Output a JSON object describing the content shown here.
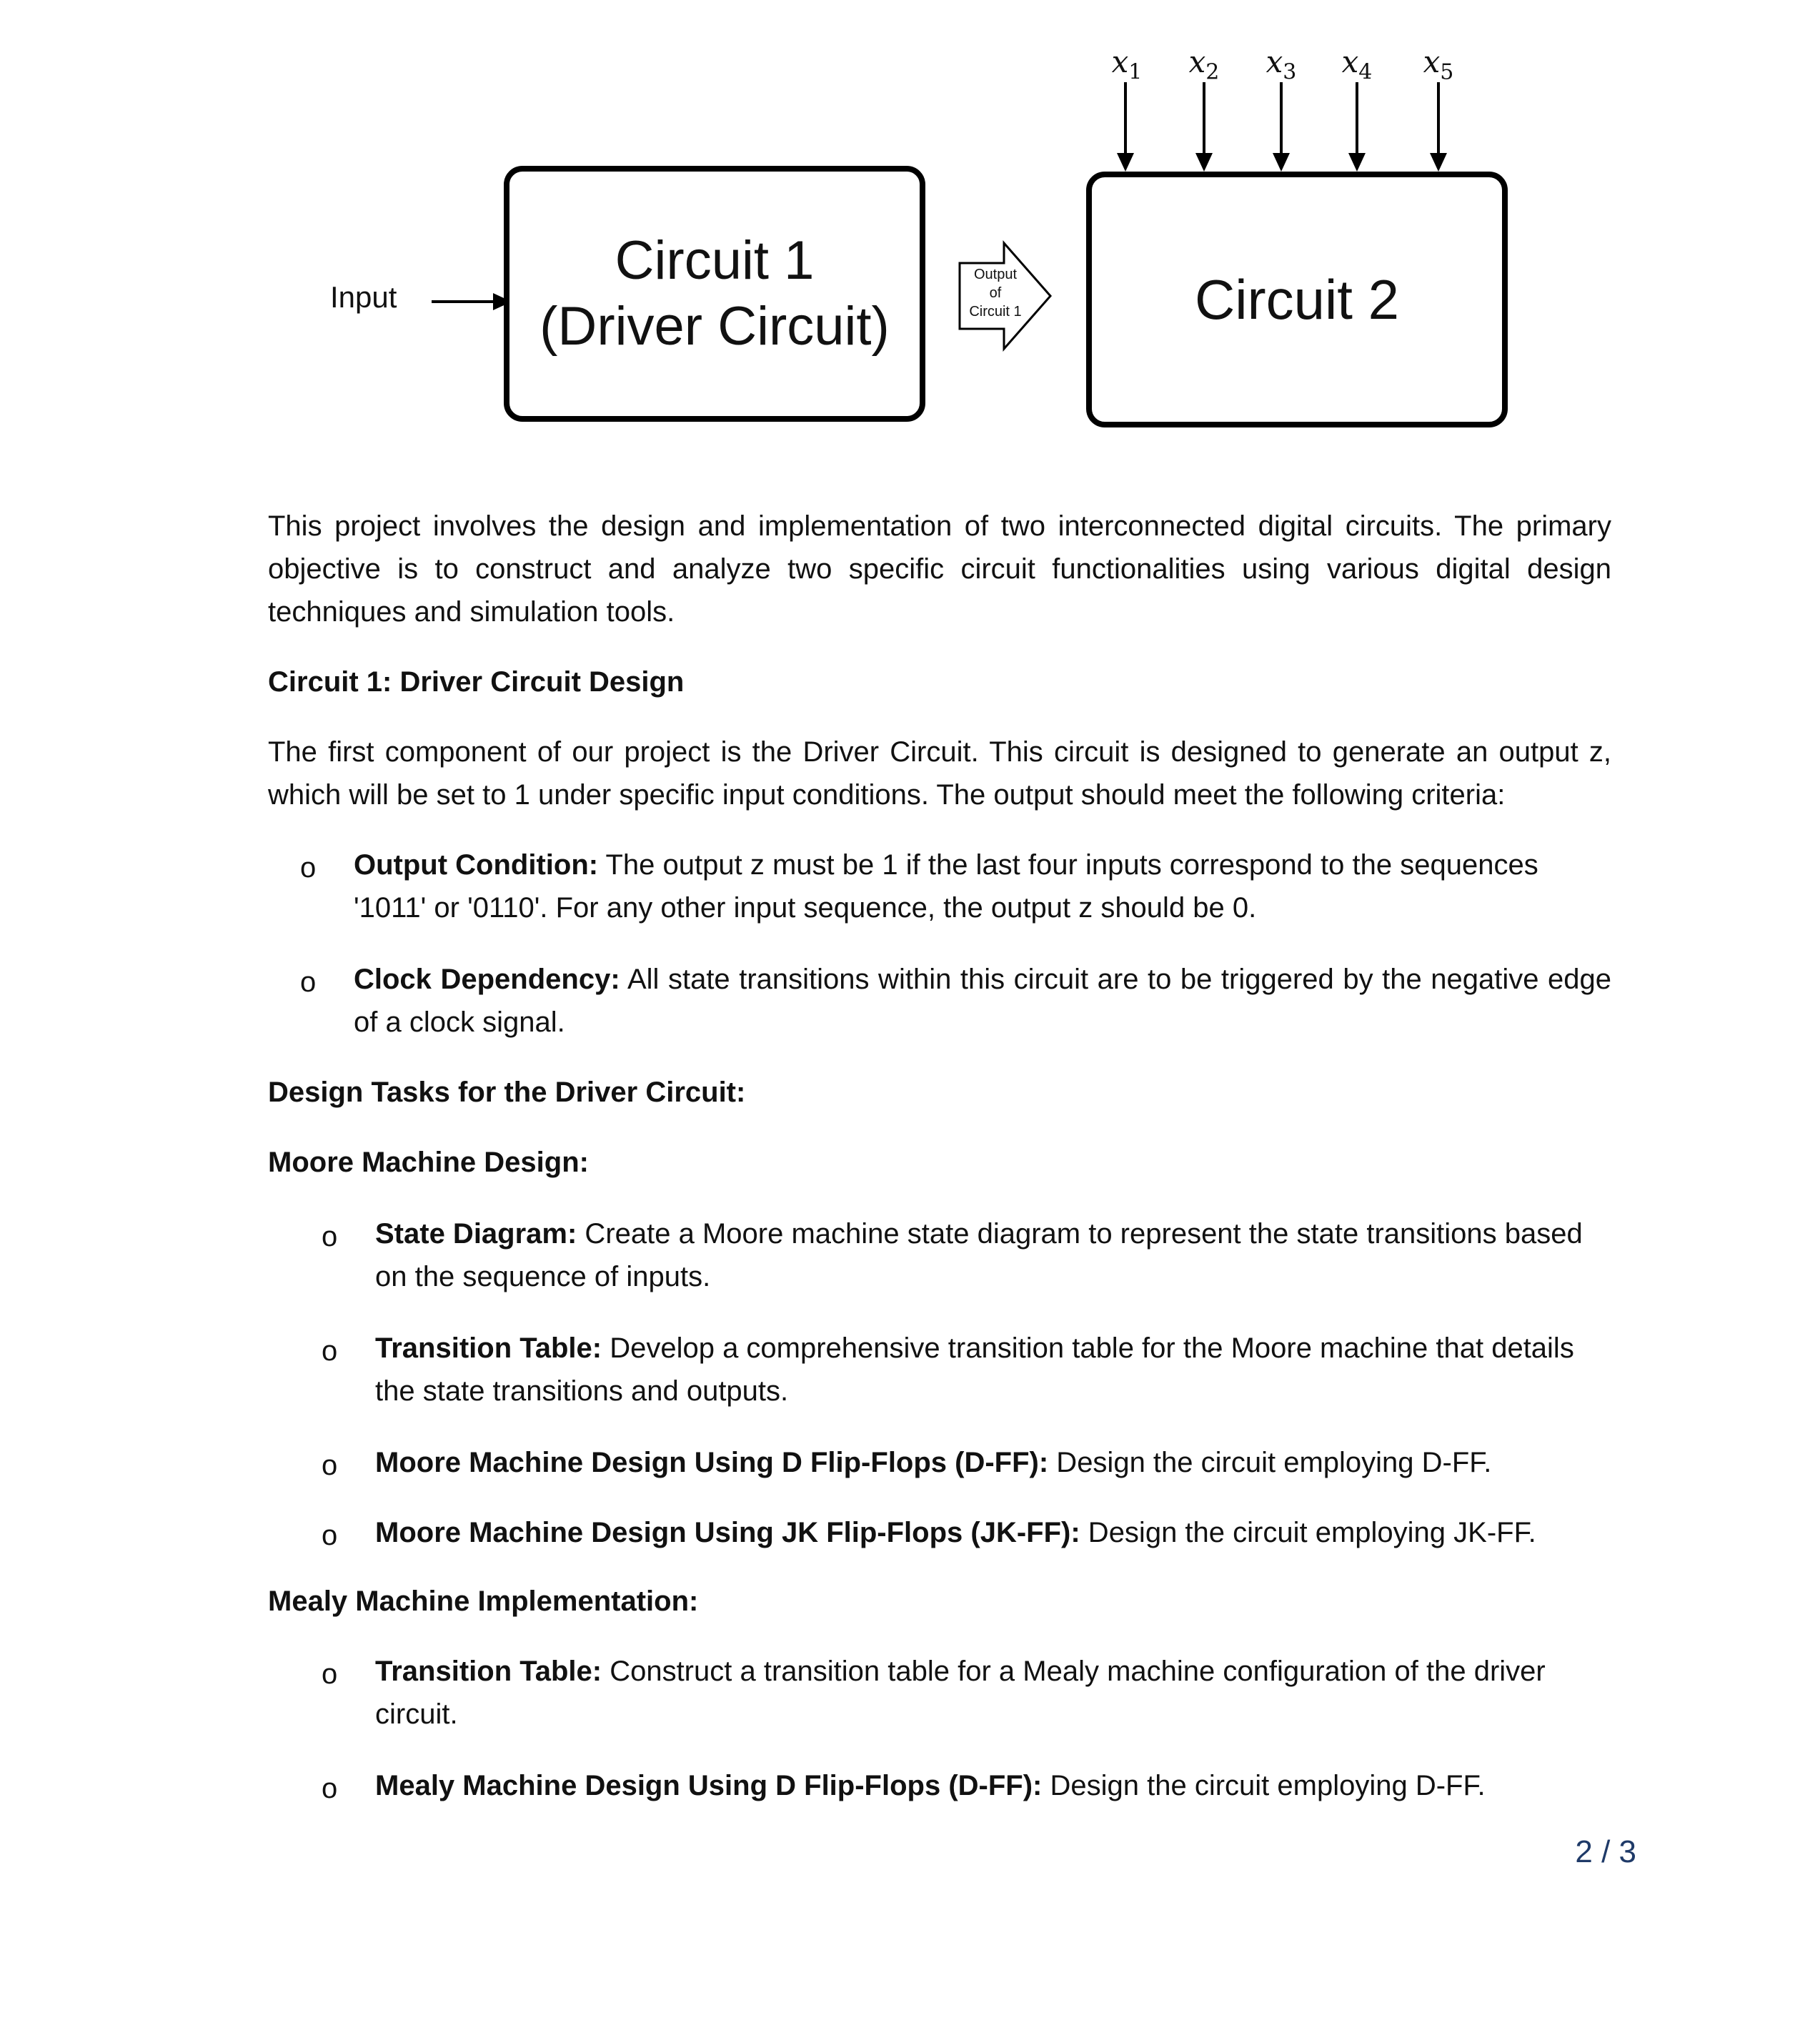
{
  "diagram": {
    "input_label": "Input",
    "circuit1": {
      "line1": "Circuit 1",
      "line2": "(Driver Circuit)"
    },
    "arrow_label": {
      "line1": "Output",
      "line2": "of",
      "line3": "Circuit 1"
    },
    "circuit2": {
      "label": "Circuit 2"
    },
    "inputs": [
      {
        "var": "x",
        "sub": "1"
      },
      {
        "var": "x",
        "sub": "2"
      },
      {
        "var": "x",
        "sub": "3"
      },
      {
        "var": "x",
        "sub": "4"
      },
      {
        "var": "x",
        "sub": "5"
      }
    ]
  },
  "intro": "This project involves the design and implementation of two interconnected digital circuits. The primary objective is to construct and analyze two specific circuit functionalities using various digital design techniques and simulation tools.",
  "section1": {
    "heading": "Circuit 1: Driver Circuit Design",
    "paragraph": "The first component of our project is the Driver Circuit. This circuit is designed to generate an output z, which will be set to 1 under specific input conditions. The output should meet the following criteria:",
    "bullets": [
      {
        "marker": "o",
        "title": "Output Condition:",
        "text": " The output z must be 1 if the last four inputs correspond to the sequences '1011' or '0110'. For any other input sequence, the output z should be 0."
      },
      {
        "marker": "o",
        "title": "Clock Dependency:",
        "text": " All state transitions within this circuit are to be triggered by the negative edge of a clock signal."
      }
    ]
  },
  "design_tasks_heading": "Design Tasks for the Driver Circuit:",
  "moore": {
    "heading": "Moore Machine Design:",
    "bullets": [
      {
        "marker": "o",
        "title": "State Diagram:",
        "text": " Create a Moore machine state diagram to represent the state transitions based on the sequence of inputs."
      },
      {
        "marker": "o",
        "title": "Transition Table:",
        "text": " Develop a comprehensive transition table for the Moore machine that details the state transitions and outputs."
      },
      {
        "marker": "o",
        "title": "Moore Machine Design Using D Flip-Flops (D-FF):",
        "text": " Design the circuit employing D-FF."
      },
      {
        "marker": "o",
        "title": "Moore Machine Design Using JK Flip-Flops (JK-FF):",
        "text": " Design the circuit employing JK-FF."
      }
    ]
  },
  "mealy": {
    "heading": "Mealy Machine Implementation:",
    "bullets": [
      {
        "marker": "o",
        "title": "Transition Table:",
        "text": " Construct a transition table for a Mealy machine configuration of the driver circuit."
      },
      {
        "marker": "o",
        "title": "Mealy Machine Design Using D Flip-Flops (D-FF):",
        "text": " Design the circuit employing D-FF."
      }
    ]
  },
  "page_number": "2 / 3"
}
